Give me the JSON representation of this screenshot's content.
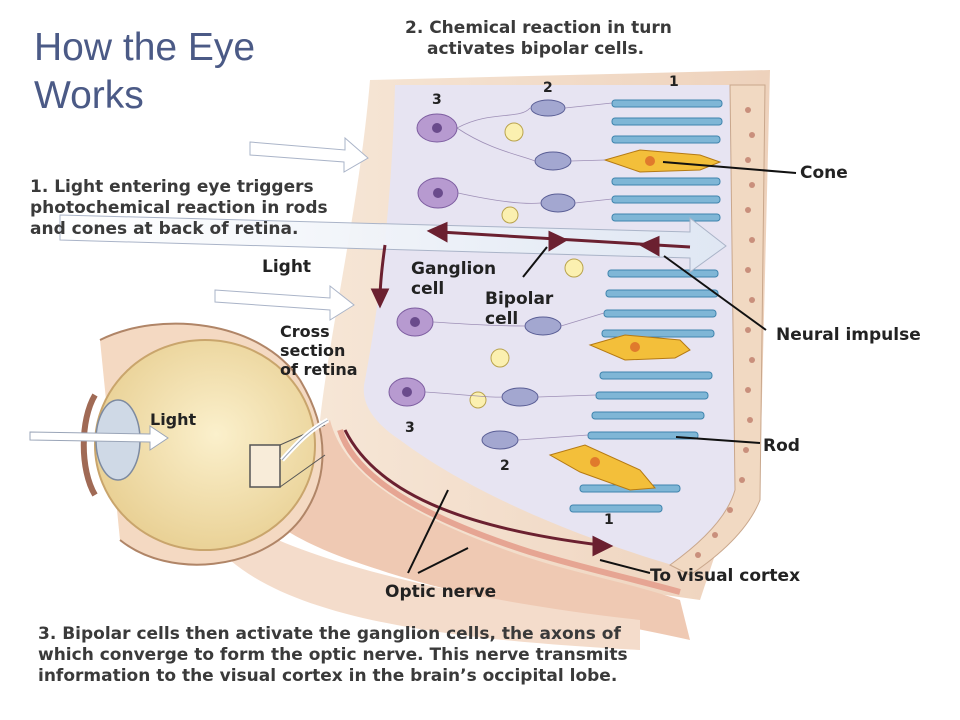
{
  "title": {
    "line1": "How the Eye",
    "line2": "Works"
  },
  "captions": {
    "step2": {
      "line1": "2. Chemical reaction in turn",
      "line2": "activates bipolar cells."
    },
    "step1": {
      "line1": "1. Light entering eye triggers",
      "line2": "photochemical reaction in rods",
      "line3": "and cones at back of retina."
    },
    "step3": {
      "line1": "3. Bipolar cells then activate the ganglion cells, the axons of",
      "line2": "which converge to form the optic nerve. This nerve transmits",
      "line3": "information to the visual cortex in the brain’s occipital lobe."
    }
  },
  "labels": {
    "cone": "Cone",
    "neural_impulse": "Neural impulse",
    "rod": "Rod",
    "light_top": "Light",
    "light_eye": "Light",
    "ganglion": {
      "line1": "Ganglion",
      "line2": "cell"
    },
    "bipolar": {
      "line1": "Bipolar",
      "line2": "cell"
    },
    "cross_section": {
      "line1": "Cross",
      "line2": "section",
      "line3": "of retina"
    },
    "optic_nerve": "Optic nerve",
    "visual_cortex": "To visual cortex"
  },
  "layer_numbers": {
    "top_3": "3",
    "top_2": "2",
    "top_1": "1",
    "bottom_3": "3",
    "bottom_2": "2",
    "bottom_1": "1"
  },
  "colors": {
    "title": "#4b5a86",
    "tissue": "#f2dcc8",
    "retina_bg": "#e7e4f2",
    "ganglion": "#b79ad0",
    "bipolar": "#7f86b8",
    "cone": "#f3bf3a",
    "rod": "#7fb6d6",
    "arrow": "#6b2030"
  }
}
